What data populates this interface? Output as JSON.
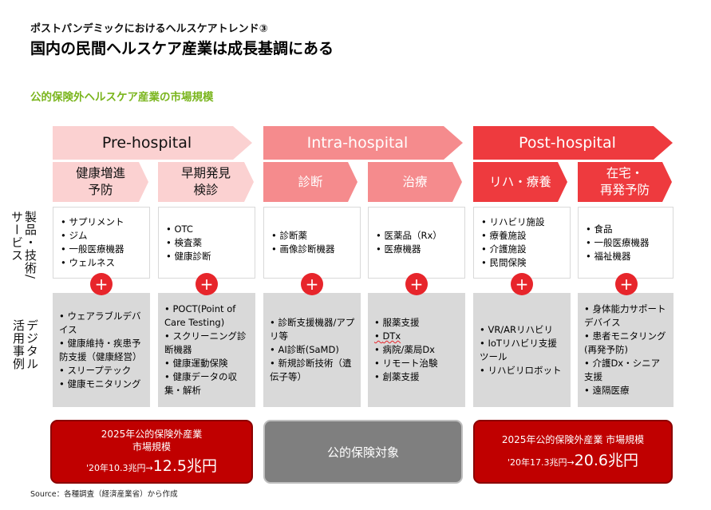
{
  "header": {
    "subtitle": "ポストパンデミックにおけるヘルスケアトレンド③",
    "title": "国内の民間ヘルスケア産業は成長基調にある",
    "section": "公的保険外ヘルスケア産業の市場規模"
  },
  "phases": [
    {
      "label": "Pre-hospital",
      "color": "#fbd1d1"
    },
    {
      "label": "Intra-hospital",
      "color": "#f58b8d"
    },
    {
      "label": "Post-hospital",
      "color": "#ee3a3e"
    }
  ],
  "categories": [
    {
      "label": "健康増進予防"
    },
    {
      "label": "早期発見検診"
    },
    {
      "label": "診断"
    },
    {
      "label": "治療"
    },
    {
      "label": "リハ・療養"
    },
    {
      "label": "在宅・再発予防"
    }
  ],
  "row_labels": {
    "products": "製品・技術/サービス",
    "digital": "デジタル活用事例"
  },
  "products": [
    [
      "サプリメント",
      "ジム",
      "一般医療機器",
      "ウェルネス"
    ],
    [
      "OTC",
      "検査薬",
      "健康診断"
    ],
    [
      "診断薬",
      "画像診断機器"
    ],
    [
      "医薬品（Rx）",
      "医療機器"
    ],
    [
      "リハビリ施設",
      "療養施設",
      "介護施設",
      "民間保険"
    ],
    [
      "食品",
      "一般医療機器",
      "福祉機器"
    ]
  ],
  "plus_symbol": "+",
  "digital": [
    [
      "ウェアラブルデバイス",
      "健康維持・疾患予防支援（健康経営）",
      "スリープテック",
      "健康モニタリング"
    ],
    [
      "POCT(Point of Care Testing)",
      "スクリーニング診断機器",
      "健康運動保険",
      "健康データの収集・解析"
    ],
    [
      "診断支援機器/アプリ等",
      "AI診断(SaMD)",
      "新規診断技術（遺伝子等）"
    ],
    [
      "服薬支援",
      "DTx",
      "病院/薬局Dx",
      "リモート治験",
      "創薬支援"
    ],
    [
      "VR/ARリハビリ",
      "IoTリハビリ支援ツール",
      "リハビリロボット"
    ],
    [
      "身体能力サポートデバイス",
      "患者モニタリング(再発予防)",
      "介護Dx・シニア支援",
      "遠隔医療"
    ]
  ],
  "markets": {
    "left": {
      "line1": "2025年公的保険外産業",
      "line2": "市場規模",
      "prefix": "'20年10.3兆円→",
      "value": "12.5兆円"
    },
    "center": {
      "label": "公的保険対象"
    },
    "right": {
      "line1": "2025年公的保険外産業 市場規模",
      "prefix": "'20年17.3兆円→",
      "value": "20.6兆円"
    }
  },
  "source": "Source：各種調査（経済産業省）から作成"
}
